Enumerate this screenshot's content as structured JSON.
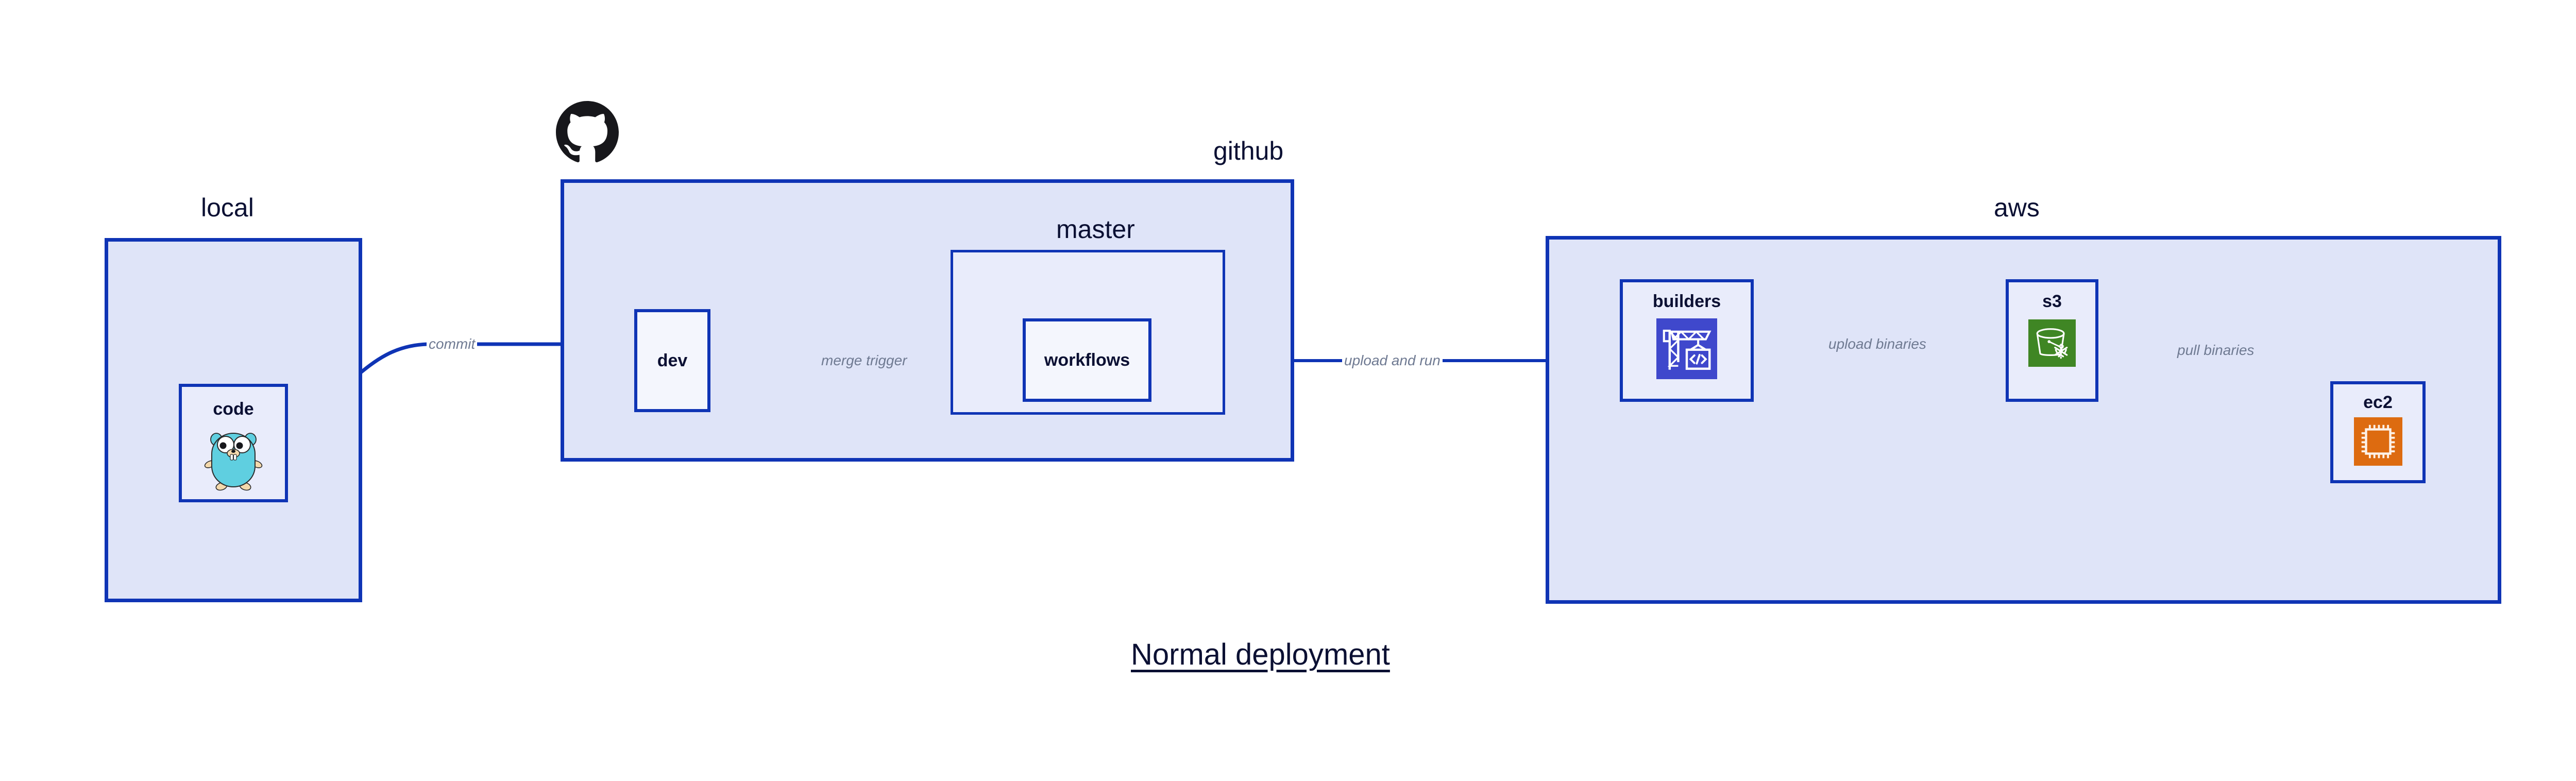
{
  "diagram": {
    "title": "Normal deployment",
    "accent_color": "#0f34b5",
    "group_fill": "#dfe4f8",
    "node_fill": "#e9ecfb",
    "label_color": "#6f7a92",
    "text_color": "#0b1033"
  },
  "groups": {
    "local": {
      "label": "local"
    },
    "github": {
      "label": "github"
    },
    "master": {
      "label": "master"
    },
    "aws": {
      "label": "aws"
    }
  },
  "nodes": {
    "code": {
      "label": "code",
      "icon": "go-gopher-icon"
    },
    "dev": {
      "label": "dev"
    },
    "workflows": {
      "label": "workflows"
    },
    "builders": {
      "label": "builders",
      "icon": "aws-codebuild-icon",
      "icon_color": "#3f48cc"
    },
    "s3": {
      "label": "s3",
      "icon": "aws-s3-glacier-icon",
      "icon_color": "#3f8624"
    },
    "ec2": {
      "label": "ec2",
      "icon": "aws-ec2-icon",
      "icon_color": "#dd6b10"
    }
  },
  "icons": {
    "github_logo": "github-octocat-icon"
  },
  "edges": [
    {
      "id": "commit",
      "label": "commit",
      "from": "code",
      "to": "dev"
    },
    {
      "id": "merge-trigger",
      "label": "merge trigger",
      "from": "dev",
      "to": "workflows"
    },
    {
      "id": "upload-and-run",
      "label": "upload and run",
      "from": "workflows",
      "to": "builders"
    },
    {
      "id": "upload-binaries",
      "label": "upload binaries",
      "from": "builders",
      "to": "s3"
    },
    {
      "id": "pull-binaries",
      "label": "pull binaries",
      "from": "s3",
      "to": "ec2"
    }
  ]
}
